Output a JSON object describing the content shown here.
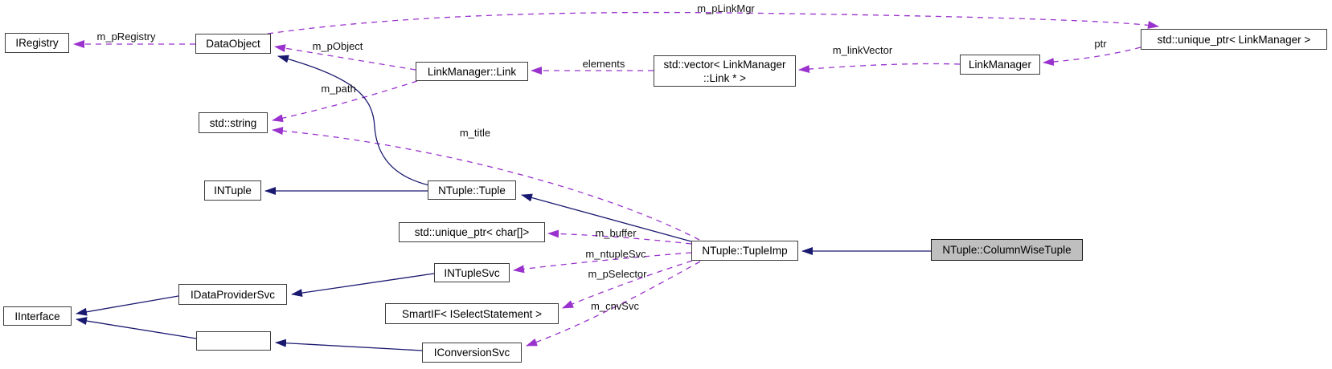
{
  "nodes": {
    "iregistry": "IRegistry",
    "dataobject": "DataObject",
    "linkmanager_link": "LinkManager::Link",
    "vector_line1": "std::vector< LinkManager",
    "vector_line2": "::Link * >",
    "linkmanager": "LinkManager",
    "unique_ptr_linkmanager": "std::unique_ptr< LinkManager >",
    "std_string": "std::string",
    "intuple": "INTuple",
    "ntuple_tuple": "NTuple::Tuple",
    "unique_ptr_char": "std::unique_ptr< char[]>",
    "intuplesvc": "INTupleSvc",
    "smartif": "SmartIF< ISelectStatement >",
    "iconversionsvc": "IConversionSvc",
    "iinterface": "IInterface",
    "idataprovidersvc": "IDataProviderSvc",
    "ntuple_tupleimp": "NTuple::TupleImp",
    "ntuple_columnwisetuple": "NTuple::ColumnWiseTuple"
  },
  "edge_labels": {
    "m_pRegistry": "m_pRegistry",
    "m_pLinkMgr": "m_pLinkMgr",
    "m_pObject": "m_pObject",
    "m_path": "m_path",
    "m_title": "m_title",
    "elements": "elements",
    "m_linkVector": "m_linkVector",
    "ptr": "ptr",
    "m_buffer": "m_buffer",
    "m_ntupleSvc": "m_ntupleSvc",
    "m_pSelector": "m_pSelector",
    "m_cnvSvc": "m_cnvSvc"
  },
  "colors": {
    "inheritance_edge": "#191970",
    "usage_edge": "#9a32cd",
    "highlight_fill": "#bfbfbf"
  }
}
